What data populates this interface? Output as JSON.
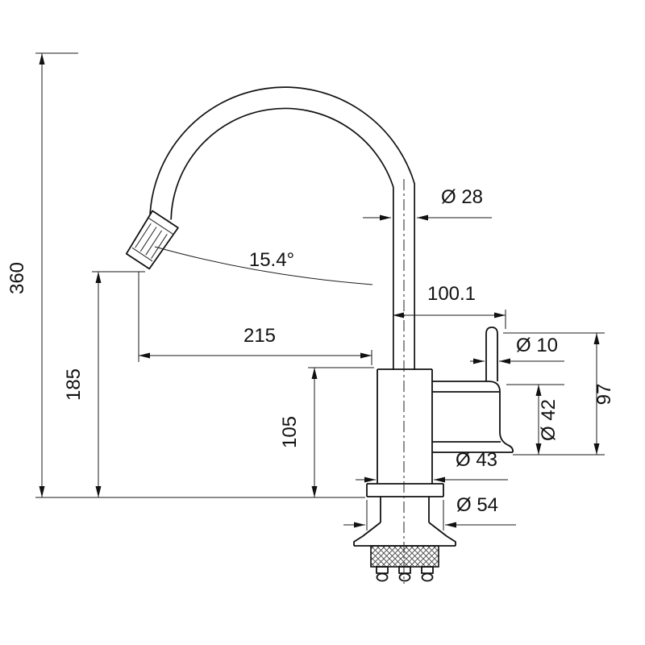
{
  "drawing": {
    "name": "kitchen-faucet-dimension-drawing",
    "colors": {
      "line": "#111111",
      "background": "#ffffff"
    },
    "dims": {
      "total_height": "360",
      "spout_height": "185",
      "body_height": "105",
      "spout_reach": "215",
      "handle_reach": "100.1",
      "spray_angle": "15.4°",
      "spout_diameter": "Ø 28",
      "lever_diameter": "Ø 10",
      "handle_height": "97",
      "handle_hub_diameter": "Ø 42",
      "body_diameter": "Ø 43",
      "base_diameter": "Ø 54"
    }
  }
}
